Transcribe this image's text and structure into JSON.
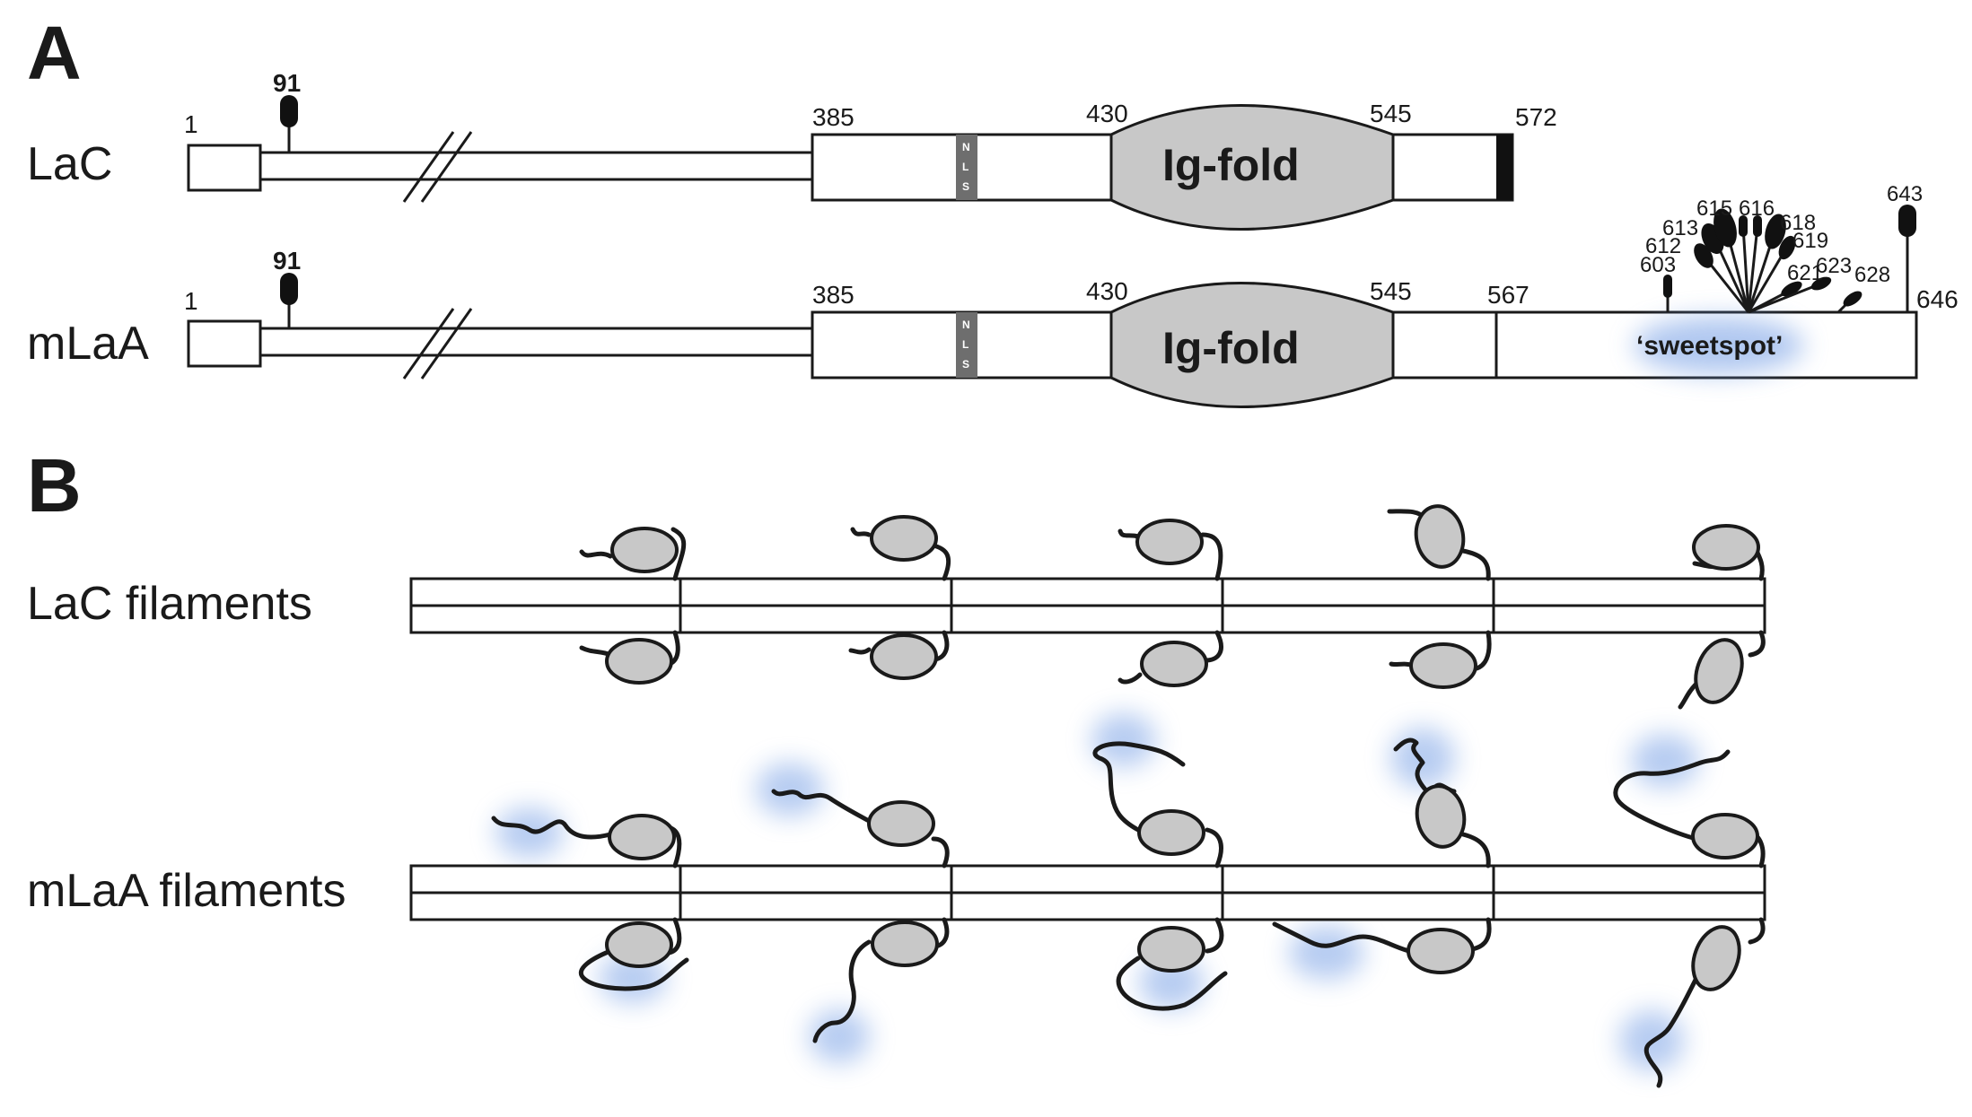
{
  "panel_a": {
    "letter": "A",
    "lac": {
      "label": "LaC",
      "start": "1",
      "phospho_site": "91",
      "pos_385": "385",
      "pos_430": "430",
      "pos_545": "545",
      "end": "572",
      "nls": [
        "N",
        "L",
        "S"
      ],
      "domain": "Ig-fold"
    },
    "mlaa": {
      "label": "mLaA",
      "start": "1",
      "phospho_site": "91",
      "pos_385": "385",
      "pos_430": "430",
      "pos_545": "545",
      "pos_567": "567",
      "end": "646",
      "nls": [
        "N",
        "L",
        "S"
      ],
      "domain": "Ig-fold",
      "sweetspot": "‘sweetspot’",
      "tail_sites": [
        "603",
        "612",
        "613",
        "615",
        "616",
        "618",
        "619",
        "621",
        "623",
        "628",
        "643"
      ]
    }
  },
  "panel_b": {
    "letter": "B",
    "lac_filaments": "LaC filaments",
    "mlaa_filaments": "mLaA filaments"
  },
  "colors": {
    "domain_fill": "#c8c8c8",
    "nls_fill": "#6e6e6e",
    "sweetspot_glow": "#7ba3e6",
    "ink": "#1a1a1a"
  }
}
